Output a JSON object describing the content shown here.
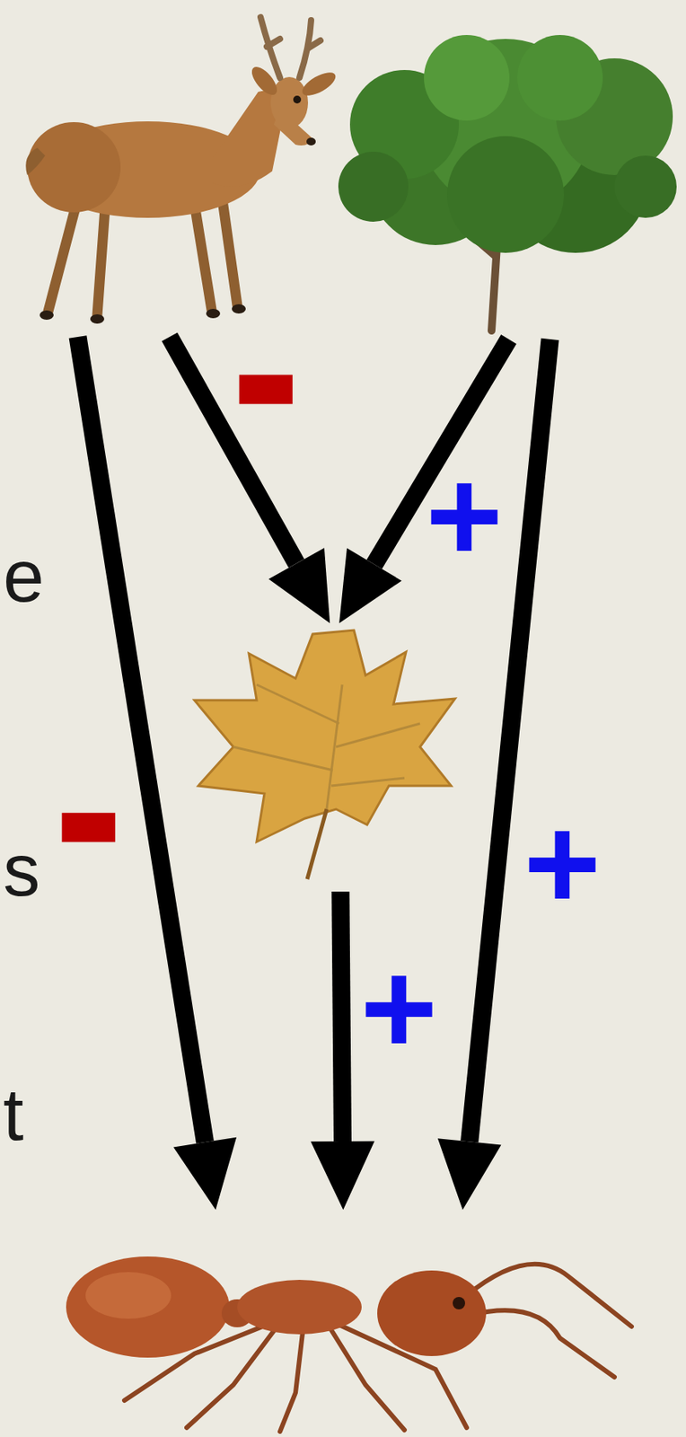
{
  "diagram": {
    "nodes": [
      {
        "text": []
      },
      {
        "text": []
      },
      {
        "text": []
      },
      {
        "text": []
      }
    ],
    "edges": [
      {
        "from": 0,
        "to": 3,
        "arrow": "to",
        "label": "-"
      },
      {
        "from": 0,
        "to": 2,
        "arrow": "to",
        "label": "-"
      },
      {
        "from": 1,
        "to": 2,
        "arrow": "to",
        "label": "+"
      },
      {
        "from": 1,
        "to": 3,
        "arrow": "to",
        "label": "+"
      },
      {
        "from": 2,
        "to": 3,
        "arrow": "to",
        "label": "+"
      }
    ],
    "labels": [
      "e",
      "s",
      "t"
    ]
  }
}
